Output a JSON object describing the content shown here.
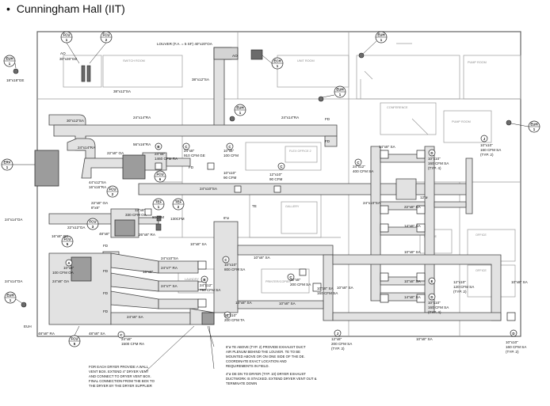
{
  "title": "Cunningham Hall (IIT)",
  "equipment_tags": [
    {
      "id": "fcu-1",
      "l1": "FCU",
      "l2": "1"
    },
    {
      "id": "fcu-2",
      "l1": "FCU",
      "l2": "2"
    },
    {
      "id": "euh-1-top",
      "l1": "EUH",
      "l2": "1"
    },
    {
      "id": "euh-1-left",
      "l1": "EUH",
      "l2": "1"
    },
    {
      "id": "ech-1",
      "l1": "ECH",
      "l2": "1"
    },
    {
      "id": "euh-1-mid",
      "l1": "EUH",
      "l2": "1"
    },
    {
      "id": "euh-1-c",
      "l1": "EUH",
      "l2": "1"
    },
    {
      "id": "euh-1-right",
      "l1": "EUH",
      "l2": "1"
    },
    {
      "id": "erv-1",
      "l1": "ERV",
      "l2": "1"
    },
    {
      "id": "fcu-6",
      "l1": "FCU",
      "l2": "6"
    },
    {
      "id": "fcu-2b",
      "l1": "FCU",
      "l2": "2"
    },
    {
      "id": "tef-1",
      "l1": "TEF",
      "l2": "1"
    },
    {
      "id": "tef-2",
      "l1": "TEF",
      "l2": "2"
    },
    {
      "id": "fcu-3",
      "l1": "FCU",
      "l2": "3"
    },
    {
      "id": "fcu-5",
      "l1": "FCU",
      "l2": "5"
    },
    {
      "id": "euh-1-low",
      "l1": "EUH",
      "l2": "1"
    },
    {
      "id": "fcu-5b",
      "l1": "FCU",
      "l2": "5"
    }
  ],
  "labels": {
    "louver": "LOUVER (F.A. = 5 SF) 40\"x20\"OA",
    "ao1": "AO",
    "ao2": "30\"x30\"GE",
    "ao3": "AO",
    "sa18": "18\"x18\"GE",
    "sa38a": "38\"x12\"SA",
    "sa38b": "38\"x12\"SA",
    "ra24a": "24\"x14\"RA",
    "ra24b": "24\"x14\"RA",
    "sa30": "30\"x12\"SA",
    "ra24c": "24\"x14\"RA",
    "ra22": "22\"x8\" OA",
    "ra56": "56\"x16\"RA",
    "sa24x8": "24\"x8\"",
    "cfm1460": "1460 CFM RA",
    "sa24x8b": "24\"x8\"",
    "cfm910": "910 CFM GE",
    "sa44": "44\"x12\"SA",
    "sa16": "16\"x16\"RA",
    "oa24a": "24\"x14\"OA",
    "oa22": "22\"x8\" OA",
    "oa8": "8\"x8\"",
    "cfm330": "330 CFM OA",
    "sa12": "12\"x8\"",
    "cfm80": "80CFM",
    "cfm130": "130CFM",
    "sa22x12": "22\"x12\"OA",
    "sa48": "48\"x8\"",
    "sa26": "26\"x8\" RA",
    "ra24": "24\"x8\" RA",
    "sa16b": "16\"x8\" OA",
    "sa10a": "10\"x8\"",
    "cfm100oa": "100 CFM OA",
    "sa24x6": "24\"x6\" SA",
    "sa24a": "24\"x14\"OA",
    "oa24": "24\"x8\" OA",
    "euh": "EUH",
    "ra48": "48\"x8\" RA",
    "sa48b": "48\"x8\" SA",
    "sa24b": "24\"x8\"",
    "cfm1500": "1500 CFM RA",
    "sa24x10": "24\"x10\"SA",
    "sa24x10b": "24\"x10\"SA",
    "sa16c": "16\"x8\"",
    "sa10b": "10\"x8\" SA",
    "sa24c": "24\"x7\" RA",
    "sa24d": "24\"x7\" SA",
    "cfm100a": "100 CFM",
    "sa10x6": "10\"x6\"",
    "sa90": "90 CFM",
    "sa10c": "10\"x10\"",
    "sa24e": "24\"x10\"SA",
    "sa12b": "12\"x10\"",
    "sa10d": "10\"x8\" SA",
    "sa14a": "14\"x8\" SA",
    "sa24f": "24\"x12\"",
    "cfm400": "400 CFM SA",
    "sa8": "8\"x8\" SA",
    "sa10e": "10\"x10\"",
    "cfm800": "800 CFM SA",
    "sa10f": "10\"x8\" SA",
    "sa24g": "24\"x12\"",
    "cfm790": "790 CFM SA",
    "sa14b": "14\"x8\" SA",
    "sa10g": "10\"x8\" SA",
    "sa12c": "12\"x10\"",
    "cfm200a": "200 CFM TA",
    "sa10h": "10\"x8\" SA",
    "sa14c": "14\"x8\" SA",
    "sa12d": "12\"x8\"",
    "cfm200b": "200 CFM SA",
    "te": "TE",
    "te6": "6\"ø",
    "sa10i": "10\"x8\" SA",
    "sa10j": "10\"x6\"",
    "cfm160": "160 CFM SA",
    "typ2a": "(TYP. 2)",
    "sa10k": "10\"x8\" SA",
    "sa12e": "12\"x10\"",
    "cfm120": "120 CFM SA",
    "typ2b": "(TYP. 2)",
    "sa10l": "10\"x10\"",
    "cfm160b": "160 CFM SA",
    "typ4": "(TYP. 4)",
    "sa14d": "14\"x8\" SA",
    "sa12f": "12\"ø",
    "sa22": "22\"x8\" SA",
    "sa14e": "14\"x8\" SA",
    "sa10m": "10\"x8\" SA",
    "sa10n": "10\"x10\"",
    "cfm160c": "160 CFM SA",
    "typ4b": "(TYP. 4)",
    "sa10o": "10\"x10\"",
    "cfm160d": "160 CFM SA",
    "typ2c": "(TYP. 2)",
    "sa10p": "10\"x8\" SA",
    "sa10q": "10\"x8\" SA",
    "sa10r": "10\"x10\"",
    "cfm160e": "160 CFM SA",
    "typ2d": "(TYP. 2)",
    "sa10s": "10\"x8\" SA",
    "sa12x8": "12\"x8\"",
    "cfm200c": "200 CFM SA",
    "typ3": "(TYP. 3)",
    "sa10t": "10\"x8\" SA",
    "fd": "FD"
  },
  "notes": {
    "dryer": [
      "FOR EACH DRYER PROVIDE A WALL",
      "VENT BOX. EXTEND 4\" DRYER VENT",
      "AND CONNECT TO DRYER VENT BOX.",
      "FINAL CONNECTION FROM THE BOX TO",
      "THE DRYER BY THE DRYER SUPPLIER"
    ],
    "te": [
      "6\"ø TE ABOVE (TYP. 2) PROVIDE EXHAUST DUCT",
      "AIR PLENUM BEHIND THE LOUVER. TE TO BE",
      "MOUNTED ABOVE OR ON ONE SIDE OF THE DE.",
      "COORDINATE EXACT LOCATION AND",
      "REQUIREMENTS IN FIELD."
    ],
    "de": [
      "4\"ø DE DN TO DRYER (TYP. 10) DRYER EXHAUST",
      "DUCTWORK IS STACKED. EXTEND DRYER VENT OUT &",
      "TERMINATE DOWN"
    ]
  },
  "diffuser_tags": [
    "A",
    "B",
    "C",
    "D",
    "E",
    "J"
  ]
}
